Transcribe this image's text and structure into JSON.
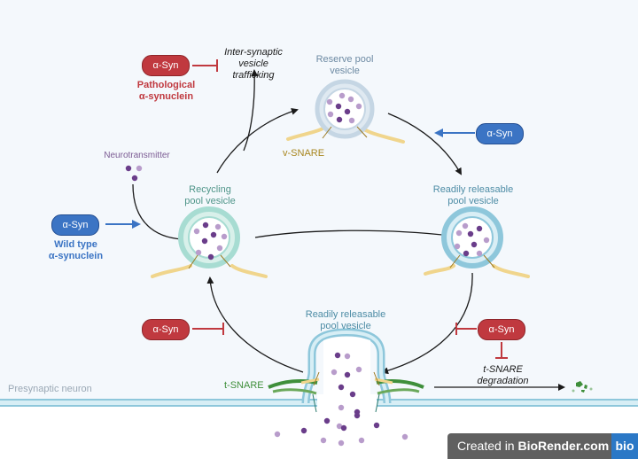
{
  "colors": {
    "background": "#f4f8fc",
    "pathological": "#c0393f",
    "wild_type": "#3b74c4",
    "membrane": "#8ec7db",
    "recycling_vesicle": "#a7dcd2",
    "vsnare": "#f0d58c",
    "tsnare": "#3f8f3b",
    "dark_particle": "#6a3d8a",
    "light_particle": "#b89ccb"
  },
  "labels": {
    "pathological_pill": "α-Syn",
    "pathological_title_1": "Pathological",
    "pathological_title_2": "α-synuclein",
    "trafficking_1": "Inter-synaptic",
    "trafficking_2": "vesicle",
    "trafficking_3": "trafficking",
    "reserve_1": "Reserve pool",
    "reserve_2": "vesicle",
    "vsnare": "v-SNARE",
    "blue_pill_right": "α-Syn",
    "neurotransmitter": "Neurotransmitter",
    "recycling_1": "Recycling",
    "recycling_2": "pool vesicle",
    "rrp_right_1": "Readily releasable",
    "rrp_right_2": "pool vesicle",
    "wild_pill": "α-Syn",
    "wild_title_1": "Wild type",
    "wild_title_2": "α-synuclein",
    "red_pill_left": "α-Syn",
    "rrp_bottom_1": "Readily releasable",
    "rrp_bottom_2": "pool vesicle",
    "red_pill_right": "α-Syn",
    "tsnare": "t-SNARE",
    "tsnare_deg_1": "t-SNARE",
    "tsnare_deg_2": "degradation",
    "presynaptic": "Presynaptic neuron"
  },
  "badge": {
    "prefix": "Created in ",
    "brand": "BioRender.com",
    "logo": "bio"
  }
}
